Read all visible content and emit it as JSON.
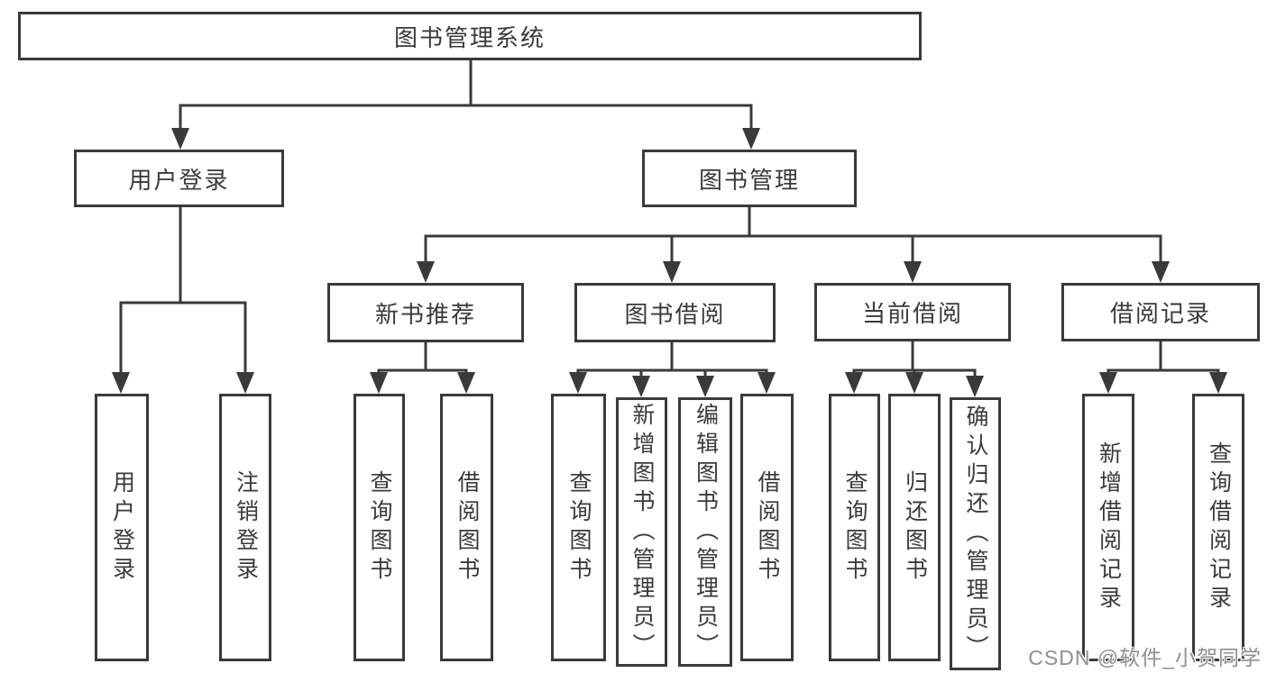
{
  "title": "图书管理系统",
  "watermark": "CSDN @软件_小贺同学",
  "colors": {
    "line": "#3a3a3a",
    "text": "#3a3a3a",
    "box_background": "#ffffff",
    "watermark": "#8f8f8f"
  },
  "tree": {
    "label": "图书管理系统",
    "children": [
      {
        "label": "用户登录",
        "children": [
          {
            "label": "用户登录"
          },
          {
            "label": "注销登录"
          }
        ]
      },
      {
        "label": "图书管理",
        "children": [
          {
            "label": "新书推荐",
            "children": [
              {
                "label": "查询图书"
              },
              {
                "label": "借阅图书"
              }
            ]
          },
          {
            "label": "图书借阅",
            "children": [
              {
                "label": "查询图书"
              },
              {
                "label": "新增图书（管理员）"
              },
              {
                "label": "编辑图书（管理员）"
              },
              {
                "label": "借阅图书"
              }
            ]
          },
          {
            "label": "当前借阅",
            "children": [
              {
                "label": "查询图书"
              },
              {
                "label": "归还图书"
              },
              {
                "label": "确认归还（管理员）"
              }
            ]
          },
          {
            "label": "借阅记录",
            "children": [
              {
                "label": "新增借阅记录"
              },
              {
                "label": "查询借阅记录"
              }
            ]
          }
        ]
      }
    ]
  }
}
